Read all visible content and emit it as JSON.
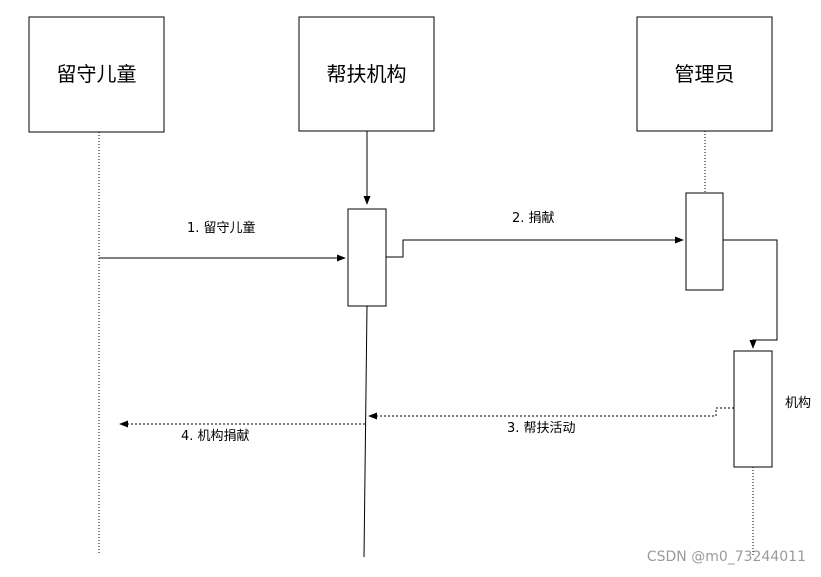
{
  "participants": {
    "child": {
      "label": "留守儿童"
    },
    "org": {
      "label": "帮扶机构"
    },
    "admin": {
      "label": "管理员"
    }
  },
  "messages": {
    "m1": {
      "label": "1. 留守儿童"
    },
    "m2": {
      "label": "2. 捐献"
    },
    "m3": {
      "label": "3. 帮扶活动"
    },
    "m4": {
      "label": "4. 机构捐献"
    }
  },
  "side_label": "机构",
  "watermark": "CSDN @m0_73244011"
}
